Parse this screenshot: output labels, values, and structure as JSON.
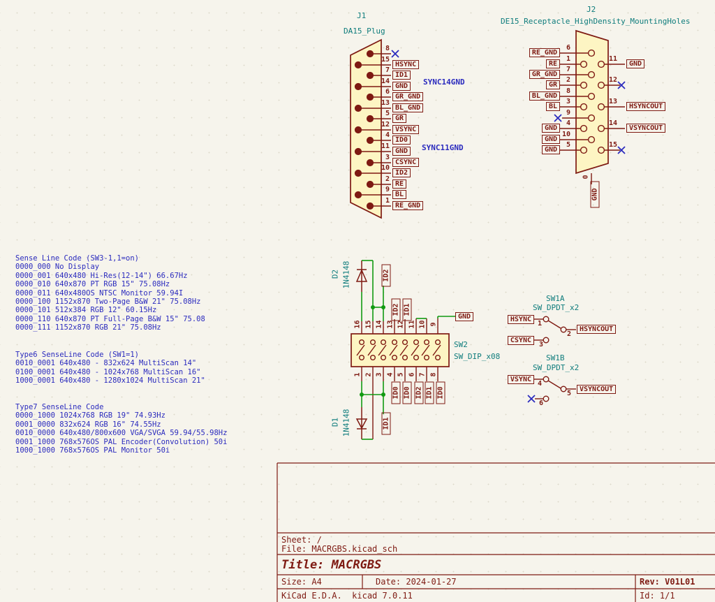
{
  "j1": {
    "ref": "J1",
    "value": "DA15_Plug",
    "pins": [
      {
        "number": "8",
        "label": ""
      },
      {
        "number": "15",
        "label": "HSYNC"
      },
      {
        "number": "7",
        "label": "ID1"
      },
      {
        "number": "14",
        "label": "GND"
      },
      {
        "number": "6",
        "label": "GR_GND"
      },
      {
        "number": "13",
        "label": "BL_GND"
      },
      {
        "number": "5",
        "label": "GR"
      },
      {
        "number": "12",
        "label": "VSYNC"
      },
      {
        "number": "4",
        "label": "ID0"
      },
      {
        "number": "11",
        "label": "GND"
      },
      {
        "number": "3",
        "label": "CSYNC"
      },
      {
        "number": "10",
        "label": "ID2"
      },
      {
        "number": "2",
        "label": "RE"
      },
      {
        "number": "9",
        "label": "BL"
      },
      {
        "number": "1",
        "label": "RE_GND"
      }
    ],
    "net_names": {
      "sync14": "SYNC14GND",
      "sync11": "SYNC11GND"
    }
  },
  "j2": {
    "ref": "J2",
    "value": "DE15_Receptacle_HighDensity_MountingHoles",
    "left_pins": [
      {
        "number": "6",
        "label": "RE_GND"
      },
      {
        "number": "1",
        "label": "RE"
      },
      {
        "number": "7",
        "label": "GR_GND"
      },
      {
        "number": "2",
        "label": "GR"
      },
      {
        "number": "8",
        "label": "BL_GND"
      },
      {
        "number": "3",
        "label": "BL"
      },
      {
        "number": "9",
        "label": ""
      },
      {
        "number": "4",
        "label": "GND"
      },
      {
        "number": "10",
        "label": "GND"
      },
      {
        "number": "5",
        "label": "GND"
      }
    ],
    "right_pins": [
      {
        "number": "11",
        "label": "GND"
      },
      {
        "number": "12",
        "label": ""
      },
      {
        "number": "13",
        "label": "HSYNCOUT"
      },
      {
        "number": "14",
        "label": "VSYNCOUT"
      },
      {
        "number": "15",
        "label": ""
      }
    ],
    "bottom_pin": {
      "number": "0",
      "label": "GND"
    }
  },
  "sw2": {
    "ref": "SW2",
    "value": "SW_DIP_x08",
    "top_pin_numbers": [
      "16",
      "15",
      "14",
      "13",
      "12",
      "11",
      "10",
      "9"
    ],
    "bottom_pin_numbers": [
      "1",
      "2",
      "3",
      "4",
      "5",
      "6",
      "7",
      "8"
    ],
    "top_labels": {
      "pin14": "ID2",
      "pin13": "ID2",
      "pin12": "ID1",
      "gnd": "GND"
    },
    "bottom_labels": {
      "pin3": "ID1",
      "pin4": "ID0",
      "pin5": "ID0",
      "pin6": "ID2",
      "pin7": "ID1",
      "pin8": "ID0"
    }
  },
  "d1": {
    "ref": "D1",
    "value": "1N4148"
  },
  "d2": {
    "ref": "D2",
    "value": "1N4148"
  },
  "sw1a": {
    "ref": "SW1A",
    "value": "SW_DPDT_x2",
    "pin1_label": "HSYNC",
    "pin2_label": "HSYNCOUT",
    "pin3_label": "CSYNC",
    "numbers": [
      "1",
      "2",
      "3"
    ]
  },
  "sw1b": {
    "ref": "SW1B",
    "value": "SW_DPDT_x2",
    "pin4_label": "VSYNC",
    "pin5_label": "VSYNCOUT",
    "numbers": [
      "4",
      "5",
      "6"
    ]
  },
  "notes": {
    "block1": {
      "lines": [
        "Sense Line Code (SW3-1,1=on)",
        "0000_000 No Display",
        "0000_001 640x480 Hi-Res(12-14\") 66.67Hz",
        "0000_010 640x870 PT RGB 15\" 75.08Hz",
        "0000_011 640x480OS NTSC Monitor 59.94I",
        "0000_100 1152x870 Two-Page B&W 21\" 75.08Hz",
        "0000_101 512x384 RGB 12\" 60.15Hz",
        "0000_110 640x870 PT Full-Page B&W 15\" 75.08",
        "0000_111 1152x870 RGB 21\" 75.08Hz"
      ]
    },
    "block2": {
      "lines": [
        "Type6 SenseLine Code (SW1=1)",
        "0010_0001 640x480 - 832x624 MultiScan 14\"",
        "0100_0001 640x480 - 1024x768 MultiScan 16\"",
        "1000_0001 640x480 - 1280x1024 MultiScan 21\""
      ]
    },
    "block3": {
      "lines": [
        "Type7 SenseLine Code",
        "0000_1000 1024x768 RGB 19\" 74.93Hz",
        "0001_0000 832x624 RGB 16\" 74.55Hz",
        "0010_0000 640x480/800x600 VGA/SVGA 59.94/55.98Hz",
        "0001_1000 768x576OS PAL Encoder(Convolution) 50i",
        "1000_1000 768x576OS PAL Monitor 50i"
      ]
    }
  },
  "title_block": {
    "sheet": "Sheet: /",
    "file": "File: MACRGBS.kicad_sch",
    "title": "Title: MACRGBS",
    "size": "Size: A4",
    "date": "Date: 2024-01-27",
    "rev": "Rev: V01L01",
    "app": "KiCad E.D.A.  kicad 7.0.11",
    "id": "Id: 1/1"
  },
  "colors": {
    "maroon": "#7e1a12",
    "wire_green": "#119a11",
    "label_blue": "#2b2bbe",
    "teal": "#0e7c7c",
    "body_fill": "#fdf5c3",
    "background": "#f6f4ec"
  }
}
